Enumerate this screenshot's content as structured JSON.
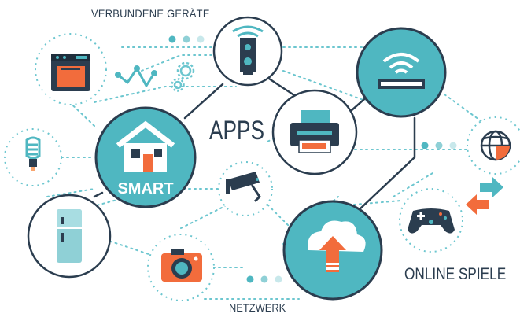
{
  "labels": {
    "connected_devices": "VERBUNDENE GERÄTE",
    "apps": "APPS",
    "online_games": "ONLINE SPIELE",
    "network": "NETZWERK",
    "smart": "SMART"
  },
  "colors": {
    "teal": "#4fb7c1",
    "navy": "#2b3d4f",
    "orange": "#f26c3c",
    "dotted": "#6cc6cf",
    "light_teal": "#a8dde2"
  },
  "icons": [
    "oven-icon",
    "bulb-icon",
    "fridge-icon",
    "speaker-icon",
    "router-icon",
    "printer-icon",
    "globe-icon",
    "gamepad-icon",
    "camera-icon",
    "security-camera-icon",
    "cloud-upload-icon",
    "house-icon",
    "graph-icon",
    "gears-icon",
    "arrows-icon"
  ]
}
